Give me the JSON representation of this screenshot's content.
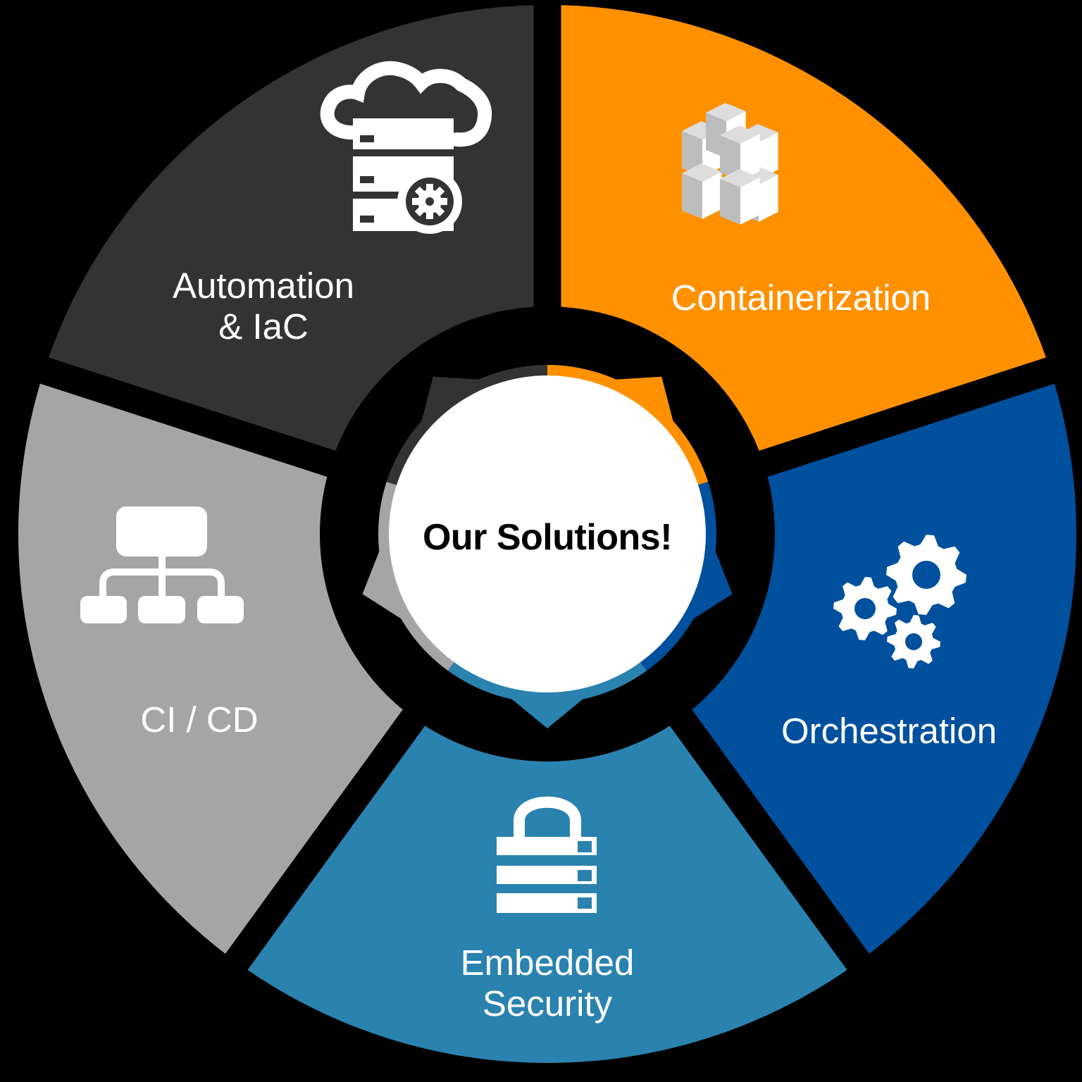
{
  "center": {
    "title": "Our Solutions!"
  },
  "segments": [
    {
      "id": "automation",
      "label_line1": "Automation",
      "label_line2": "& IaC",
      "color": "#333333",
      "icon": "cloud-server-gear-icon"
    },
    {
      "id": "containerization",
      "label_line1": "Containerization",
      "color": "#FF9100",
      "icon": "container-cubes-icon"
    },
    {
      "id": "orchestration",
      "label_line1": "Orchestration",
      "color": "#00509E",
      "icon": "gears-icon"
    },
    {
      "id": "embedded-security",
      "label_line1": "Embedded",
      "label_line2": "Security",
      "color": "#2A82AF",
      "icon": "lock-server-icon"
    },
    {
      "id": "ci-cd",
      "label_line1": "CI / CD",
      "color": "#A5A5A5",
      "icon": "hierarchy-icon"
    }
  ],
  "colors": {
    "background": "#000000",
    "center_fill": "#FFFFFF",
    "icon": "#FFFFFF"
  }
}
